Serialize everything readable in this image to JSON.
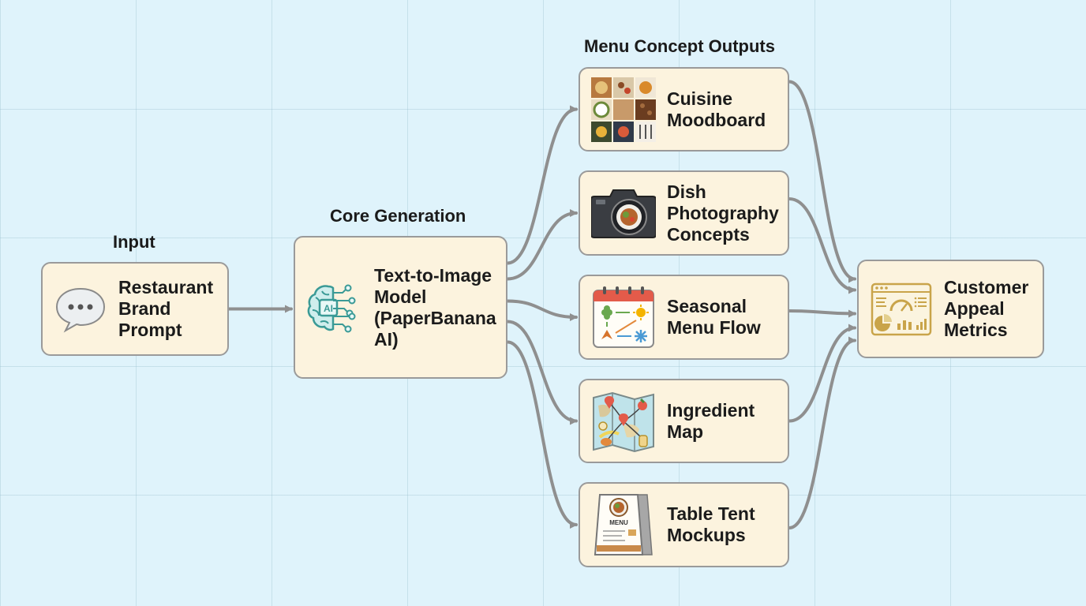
{
  "sections": {
    "input": "Input",
    "core": "Core Generation",
    "outputs": "Menu Concept Outputs"
  },
  "nodes": {
    "prompt": {
      "label": "Restaurant\nBrand\nPrompt",
      "icon": "speech-bubble-icon"
    },
    "model": {
      "label": "Text-to-Image\nModel\n(PaperBanana\nAI)",
      "icon": "ai-brain-icon",
      "icon_text": "AI"
    },
    "moodboard": {
      "label": "Cuisine\nMoodboard",
      "icon": "food-collage-icon"
    },
    "photo": {
      "label": "Dish\nPhotography\nConcepts",
      "icon": "camera-icon"
    },
    "seasonal": {
      "label": "Seasonal\nMenu Flow",
      "icon": "calendar-seasons-icon"
    },
    "ingredient": {
      "label": "Ingredient\nMap",
      "icon": "map-icon"
    },
    "tent": {
      "label": "Table Tent\nMockups",
      "icon": "table-tent-icon",
      "icon_text": "MENU"
    },
    "metrics": {
      "label": "Customer\nAppeal\nMetrics",
      "icon": "dashboard-icon"
    }
  },
  "edges": [
    {
      "from": "prompt",
      "to": "model"
    },
    {
      "from": "model",
      "to": "moodboard"
    },
    {
      "from": "model",
      "to": "photo"
    },
    {
      "from": "model",
      "to": "seasonal"
    },
    {
      "from": "model",
      "to": "ingredient"
    },
    {
      "from": "model",
      "to": "tent"
    },
    {
      "from": "moodboard",
      "to": "metrics"
    },
    {
      "from": "photo",
      "to": "metrics"
    },
    {
      "from": "seasonal",
      "to": "metrics"
    },
    {
      "from": "ingredient",
      "to": "metrics"
    },
    {
      "from": "tent",
      "to": "metrics"
    }
  ],
  "colors": {
    "background": "#dff3fb",
    "node_fill": "#fcf3de",
    "node_border": "#9a9a9a",
    "edge": "#8f8f8f",
    "brain": "#3a9a96",
    "accent_gold": "#c9a44a"
  }
}
